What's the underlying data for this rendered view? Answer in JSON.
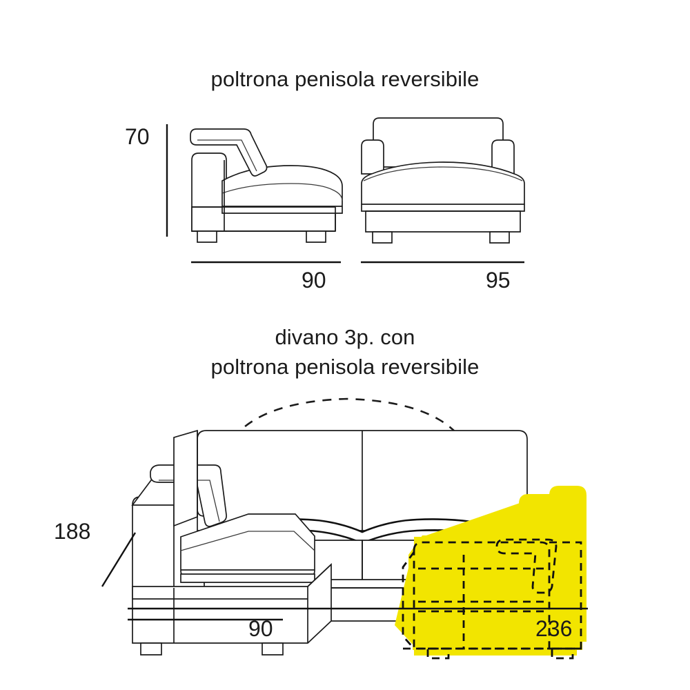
{
  "page": {
    "background": "#ffffff",
    "line_color": "#1b1b1b",
    "highlight_color": "#F2E500",
    "doc_type": "furniture-dimension-drawing",
    "language": "it"
  },
  "sections": [
    {
      "id": "top",
      "title": "poltrona penisola reversibile",
      "views": [
        {
          "id": "side",
          "name": "side-elevation",
          "width_label": "90"
        },
        {
          "id": "front",
          "name": "front-elevation",
          "width_label": "95"
        }
      ],
      "height_label": "70"
    },
    {
      "id": "bottom",
      "title_line1": "divano 3p. con",
      "title_line2": "poltrona penisola reversibile",
      "depth_label": "188",
      "peninsula_width_label": "90",
      "total_width_label": "236",
      "annotation": {
        "arc": "reversible-swap-arc",
        "arrow_left": "arrow-to-left-peninsula",
        "arrow_right": "arrow-to-right-peninsula",
        "highlight_note": "mirrored peninsula shown in yellow with dashed outline"
      }
    }
  ],
  "dimensions": {
    "height_cm": 70,
    "side_depth_cm": 90,
    "front_width_cm": 95,
    "sofa_depth_cm": 188,
    "peninsula_width_cm": 90,
    "total_width_cm": 236
  }
}
